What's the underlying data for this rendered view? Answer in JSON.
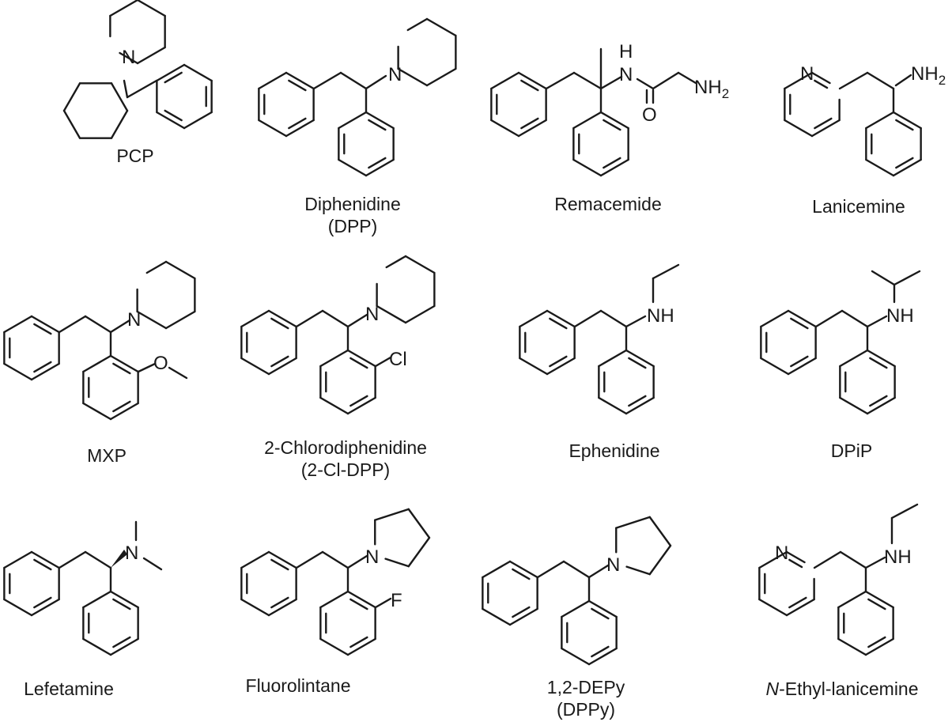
{
  "compounds": [
    {
      "id": "pcp",
      "name": "PCP",
      "abbr": ""
    },
    {
      "id": "dpp",
      "name": "Diphenidine",
      "abbr": "(DPP)"
    },
    {
      "id": "remacemide",
      "name": "Remacemide",
      "abbr": ""
    },
    {
      "id": "lanicemine",
      "name": "Lanicemine",
      "abbr": ""
    },
    {
      "id": "mxp",
      "name": "MXP",
      "abbr": ""
    },
    {
      "id": "cldpp",
      "name": "2-Chlorodiphenidine",
      "abbr": "(2-Cl-DPP)"
    },
    {
      "id": "ephenidine",
      "name": "Ephenidine",
      "abbr": ""
    },
    {
      "id": "dpip",
      "name": "DPiP",
      "abbr": ""
    },
    {
      "id": "lefetamine",
      "name": "Lefetamine",
      "abbr": ""
    },
    {
      "id": "fluorolintane",
      "name": "Fluorolintane",
      "abbr": ""
    },
    {
      "id": "depy",
      "name": "1,2-DEPy",
      "abbr": "(DPPy)"
    },
    {
      "id": "nethyl",
      "name_prefix": "N",
      "name": "-Ethyl-lanicemine",
      "abbr": ""
    }
  ],
  "atoms": {
    "N": "N",
    "H": "H",
    "O": "O",
    "Cl": "Cl",
    "F": "F",
    "two": "2"
  }
}
